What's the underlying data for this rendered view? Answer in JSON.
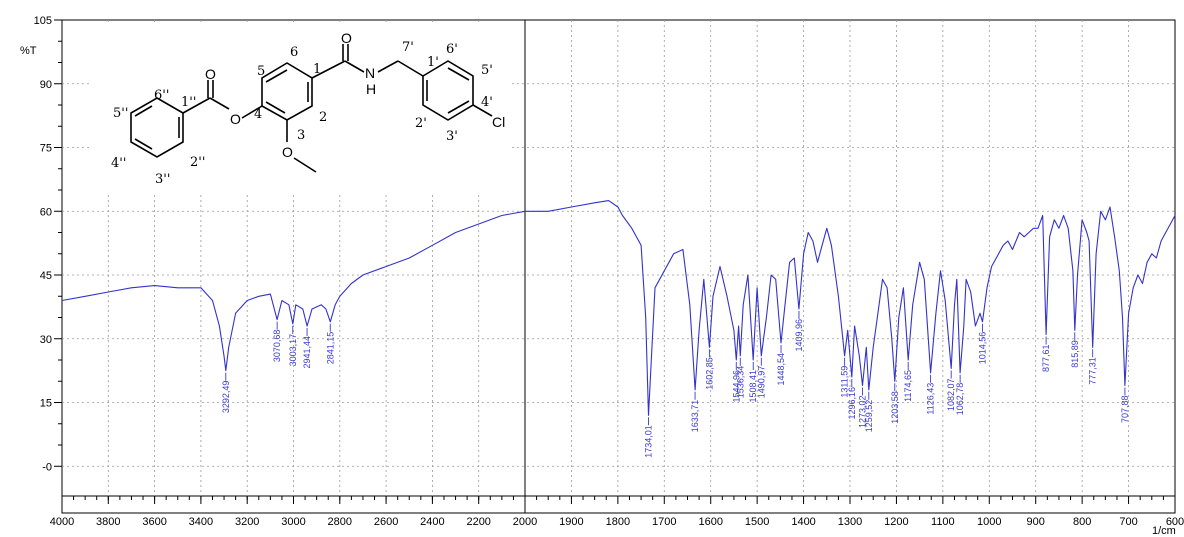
{
  "chart_data": {
    "type": "line",
    "title": "",
    "xlabel": "",
    "ylabel": "",
    "y_unit_label": "%T",
    "x_unit_label": "1/cm",
    "xlim": [
      4000,
      600
    ],
    "ylim": [
      -7,
      105
    ],
    "x_ticks": [
      4000,
      3800,
      3600,
      3400,
      3200,
      3000,
      2800,
      2600,
      2400,
      2200,
      2000,
      1900,
      1800,
      1700,
      1600,
      1500,
      1400,
      1300,
      1200,
      1100,
      1000,
      900,
      800,
      700,
      600
    ],
    "x_tick_labels": [
      "4000",
      "3800",
      "3600",
      "3400",
      "3200",
      "3000",
      "2800",
      "2600",
      "2400",
      "2200",
      "2000",
      "1900",
      "1800",
      "1700",
      "1600",
      "1500",
      "1400",
      "1300",
      "1200",
      "1100",
      "1000",
      "900",
      "800",
      "700",
      "600"
    ],
    "y_ticks": [
      105,
      90,
      75,
      60,
      45,
      30,
      15,
      0
    ],
    "y_tick_labels": [
      "105",
      "90",
      "75",
      "60",
      "45",
      "30",
      "15",
      "-0"
    ],
    "grid": true,
    "series": [
      {
        "color": "#3333cc",
        "x": [
          4000,
          3900,
          3800,
          3700,
          3600,
          3500,
          3400,
          3350,
          3320,
          3300,
          3292.49,
          3280,
          3250,
          3200,
          3150,
          3100,
          3070.68,
          3050,
          3020,
          3003.17,
          2990,
          2960,
          2941.44,
          2920,
          2880,
          2860,
          2841.15,
          2820,
          2800,
          2750,
          2700,
          2600,
          2500,
          2400,
          2300,
          2200,
          2100,
          2000,
          1950,
          1900,
          1850,
          1820,
          1800,
          1790,
          1770,
          1750,
          1740,
          1734.01,
          1728,
          1720,
          1700,
          1680,
          1660,
          1645,
          1633.71,
          1625,
          1615,
          1602.85,
          1595,
          1580,
          1565,
          1550,
          1544.96,
          1540,
          1536.34,
          1530,
          1520,
          1508.41,
          1500,
          1490.97,
          1480,
          1470,
          1460,
          1448.54,
          1440,
          1430,
          1420,
          1409.96,
          1400,
          1390,
          1380,
          1370,
          1360,
          1350,
          1340,
          1325,
          1311.59,
          1305,
          1296.16,
          1290,
          1280,
          1273.02,
          1265,
          1259.52,
          1250,
          1240,
          1230,
          1220,
          1210,
          1203.58,
          1195,
          1185,
          1174.65,
          1165,
          1150,
          1140,
          1126.43,
          1115,
          1105,
          1095,
          1082.07,
          1075,
          1070,
          1062.78,
          1055,
          1050,
          1040,
          1030,
          1020,
          1014.56,
          1005,
          995,
          985,
          970,
          960,
          950,
          935,
          925,
          915,
          905,
          895,
          885,
          877.61,
          870,
          860,
          850,
          840,
          830,
          820,
          815.89,
          810,
          800,
          790,
          785,
          777.31,
          770,
          760,
          750,
          740,
          730,
          720,
          713,
          707.88,
          700,
          690,
          680,
          670,
          660,
          650,
          640,
          630,
          620,
          610,
          600
        ],
        "y": [
          39,
          40,
          41,
          42,
          42.5,
          42,
          42,
          39,
          33,
          26,
          22.5,
          28,
          36,
          39,
          40,
          40.5,
          34.5,
          39,
          38,
          33.5,
          38,
          37,
          33,
          37,
          38,
          37,
          34,
          38,
          40,
          43,
          45,
          47,
          49,
          52,
          55,
          57,
          59,
          60,
          60,
          61,
          62,
          62.5,
          61,
          59,
          56,
          52,
          35,
          12,
          25,
          42,
          46,
          50,
          51,
          38,
          18,
          32,
          44,
          28,
          40,
          47,
          40,
          32,
          25,
          33,
          26,
          38,
          45,
          25,
          42,
          26,
          35,
          45,
          44,
          29,
          38,
          48,
          49,
          37,
          50,
          55,
          53,
          48,
          52,
          56,
          52,
          40,
          26,
          32,
          21,
          33,
          26,
          19,
          28,
          18,
          28,
          36,
          44,
          42,
          30,
          20,
          35,
          42,
          25,
          38,
          48,
          44,
          22,
          36,
          46,
          39,
          23,
          38,
          44,
          22,
          33,
          44,
          41,
          33,
          36,
          34,
          42,
          47,
          49,
          52,
          53,
          51,
          55,
          54,
          55,
          56,
          56,
          59,
          31,
          54,
          58,
          56,
          59,
          56,
          46,
          32,
          45,
          58,
          55,
          53,
          28,
          50,
          60,
          58,
          61,
          54,
          46,
          35,
          19,
          36,
          42,
          45,
          43,
          48,
          50,
          49,
          53,
          55,
          57,
          59
        ]
      }
    ],
    "peak_labels": [
      {
        "x": 3292.49,
        "label": "3292,49",
        "y": 22.5
      },
      {
        "x": 3070.68,
        "label": "3070,68",
        "y": 34.5
      },
      {
        "x": 3003.17,
        "label": "3003,17",
        "y": 33.5
      },
      {
        "x": 2941.44,
        "label": "2941,44",
        "y": 33
      },
      {
        "x": 2841.15,
        "label": "2841,15",
        "y": 34
      },
      {
        "x": 1734.01,
        "label": "1734,01",
        "y": 12
      },
      {
        "x": 1633.71,
        "label": "1633,71",
        "y": 18
      },
      {
        "x": 1602.85,
        "label": "1602,85",
        "y": 28
      },
      {
        "x": 1544.96,
        "label": "1544,96",
        "y": 25
      },
      {
        "x": 1536.34,
        "label": "1536,34",
        "y": 26
      },
      {
        "x": 1508.41,
        "label": "1508,41",
        "y": 25
      },
      {
        "x": 1490.97,
        "label": "1490,97",
        "y": 26
      },
      {
        "x": 1448.54,
        "label": "1448,54",
        "y": 29
      },
      {
        "x": 1409.96,
        "label": "1409,96",
        "y": 37
      },
      {
        "x": 1311.59,
        "label": "1311,59",
        "y": 26
      },
      {
        "x": 1296.16,
        "label": "1296,16",
        "y": 21
      },
      {
        "x": 1273.02,
        "label": "1273,02",
        "y": 19
      },
      {
        "x": 1259.52,
        "label": "1259,52",
        "y": 18
      },
      {
        "x": 1203.58,
        "label": "1203,58",
        "y": 20
      },
      {
        "x": 1174.65,
        "label": "1174,65",
        "y": 25
      },
      {
        "x": 1126.43,
        "label": "1126,43",
        "y": 22
      },
      {
        "x": 1082.07,
        "label": "1082,07",
        "y": 23
      },
      {
        "x": 1062.78,
        "label": "1062,78",
        "y": 22
      },
      {
        "x": 1014.56,
        "label": "1014,56",
        "y": 34
      },
      {
        "x": 877.61,
        "label": "877,61",
        "y": 31
      },
      {
        "x": 815.89,
        "label": "815,89",
        "y": 32
      },
      {
        "x": 777.31,
        "label": "777,31",
        "y": 28
      },
      {
        "x": 707.88,
        "label": "707,88",
        "y": 19
      }
    ]
  },
  "structure": {
    "atom_labels": {
      "O_carbonyl_left": "O",
      "O_ester": "O",
      "O_methoxy": "O",
      "O_amide": "O",
      "N": "N",
      "H": "H",
      "Cl": "Cl"
    },
    "position_labels": {
      "p6pp": "6''",
      "p1pp": "1''",
      "p5pp": "5''",
      "p4pp": "4''",
      "p3pp": "3''",
      "p2pp": "2''",
      "p4": "4",
      "p5": "5",
      "p6": "6",
      "p1": "1",
      "p2": "2",
      "p3": "3",
      "p7p": "7'",
      "p1p": "1'",
      "p6p": "6'",
      "p5p": "5'",
      "p4p": "4'",
      "p3p": "3'",
      "p2p": "2'"
    }
  }
}
